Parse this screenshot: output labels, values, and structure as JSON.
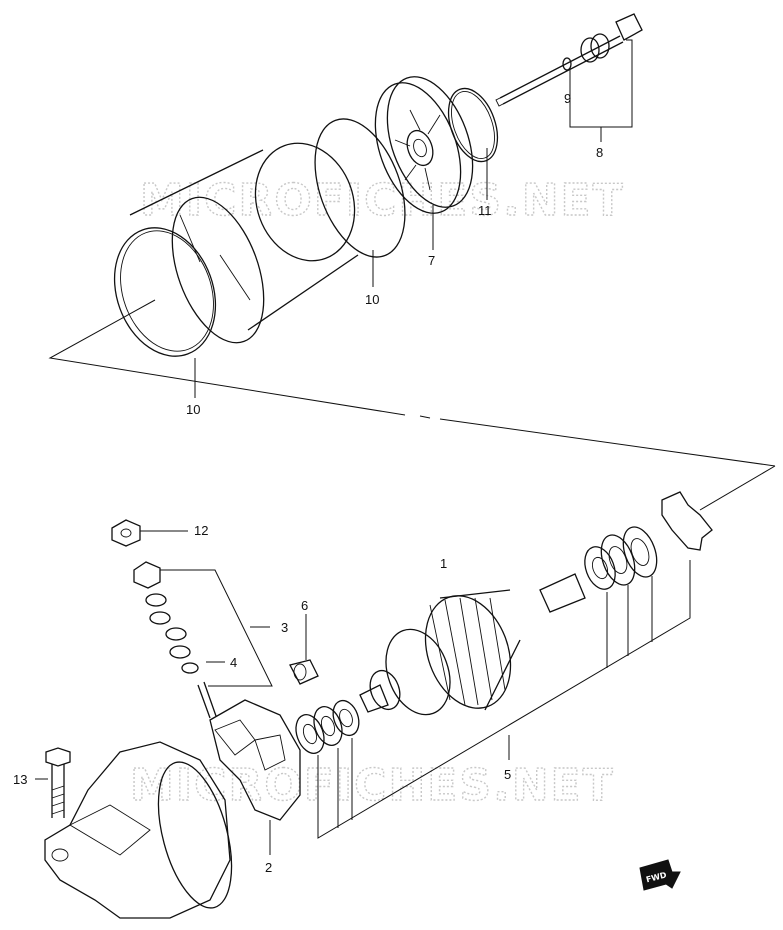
{
  "watermark": "MICROFICHES.NET",
  "fwd_badge": "FWD",
  "parts": {
    "p1": "1",
    "p2": "2",
    "p3": "3",
    "p4": "4",
    "p5": "5",
    "p6": "6",
    "p7": "7",
    "p8": "8",
    "p9": "9",
    "p10a": "10",
    "p10b": "10",
    "p11": "11",
    "p12": "12",
    "p13": "13"
  }
}
